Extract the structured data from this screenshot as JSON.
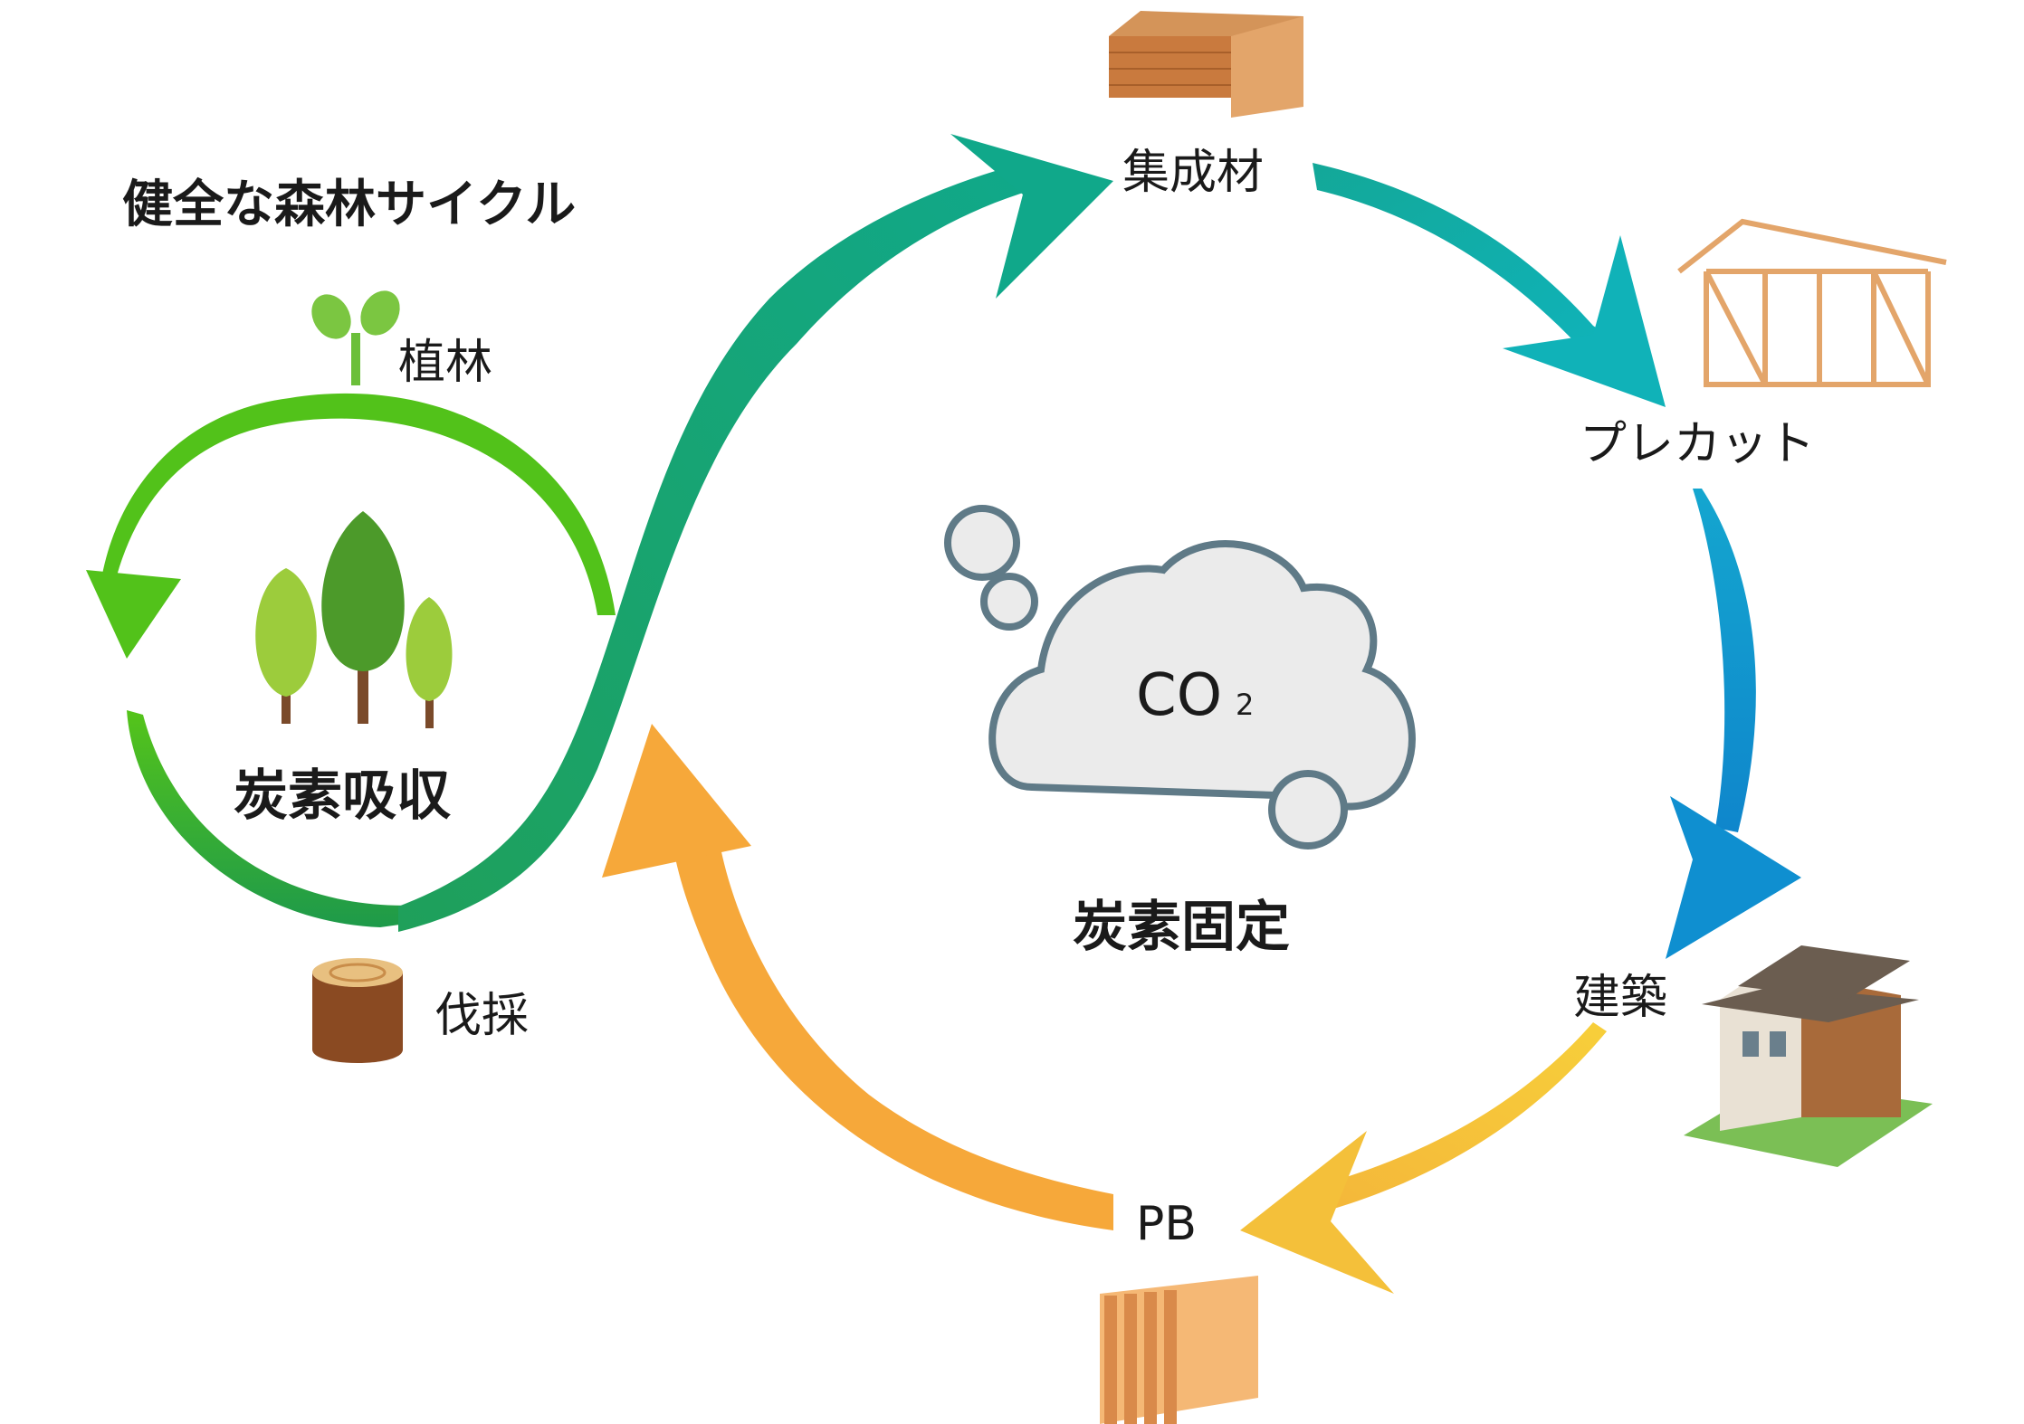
{
  "title": "健全な森林サイクル",
  "nodes": {
    "planting": "植林",
    "felling": "伐採",
    "absorption": "炭素吸収",
    "laminated": "集成材",
    "precut": "プレカット",
    "building": "建築",
    "pb": "PB"
  },
  "center": {
    "co2_main": "CO",
    "co2_sub": "2",
    "fixation": "炭素固定"
  },
  "colors": {
    "green_light": "#52c21a",
    "green_dark": "#1f9a4a",
    "teal": "#13a58a",
    "cyan": "#10b2b7",
    "blue": "#0f8fd0",
    "yellow": "#f5c43a",
    "orange": "#f6a83a",
    "cloud_fill": "#ebebeb",
    "cloud_stroke": "#5f7a87"
  }
}
